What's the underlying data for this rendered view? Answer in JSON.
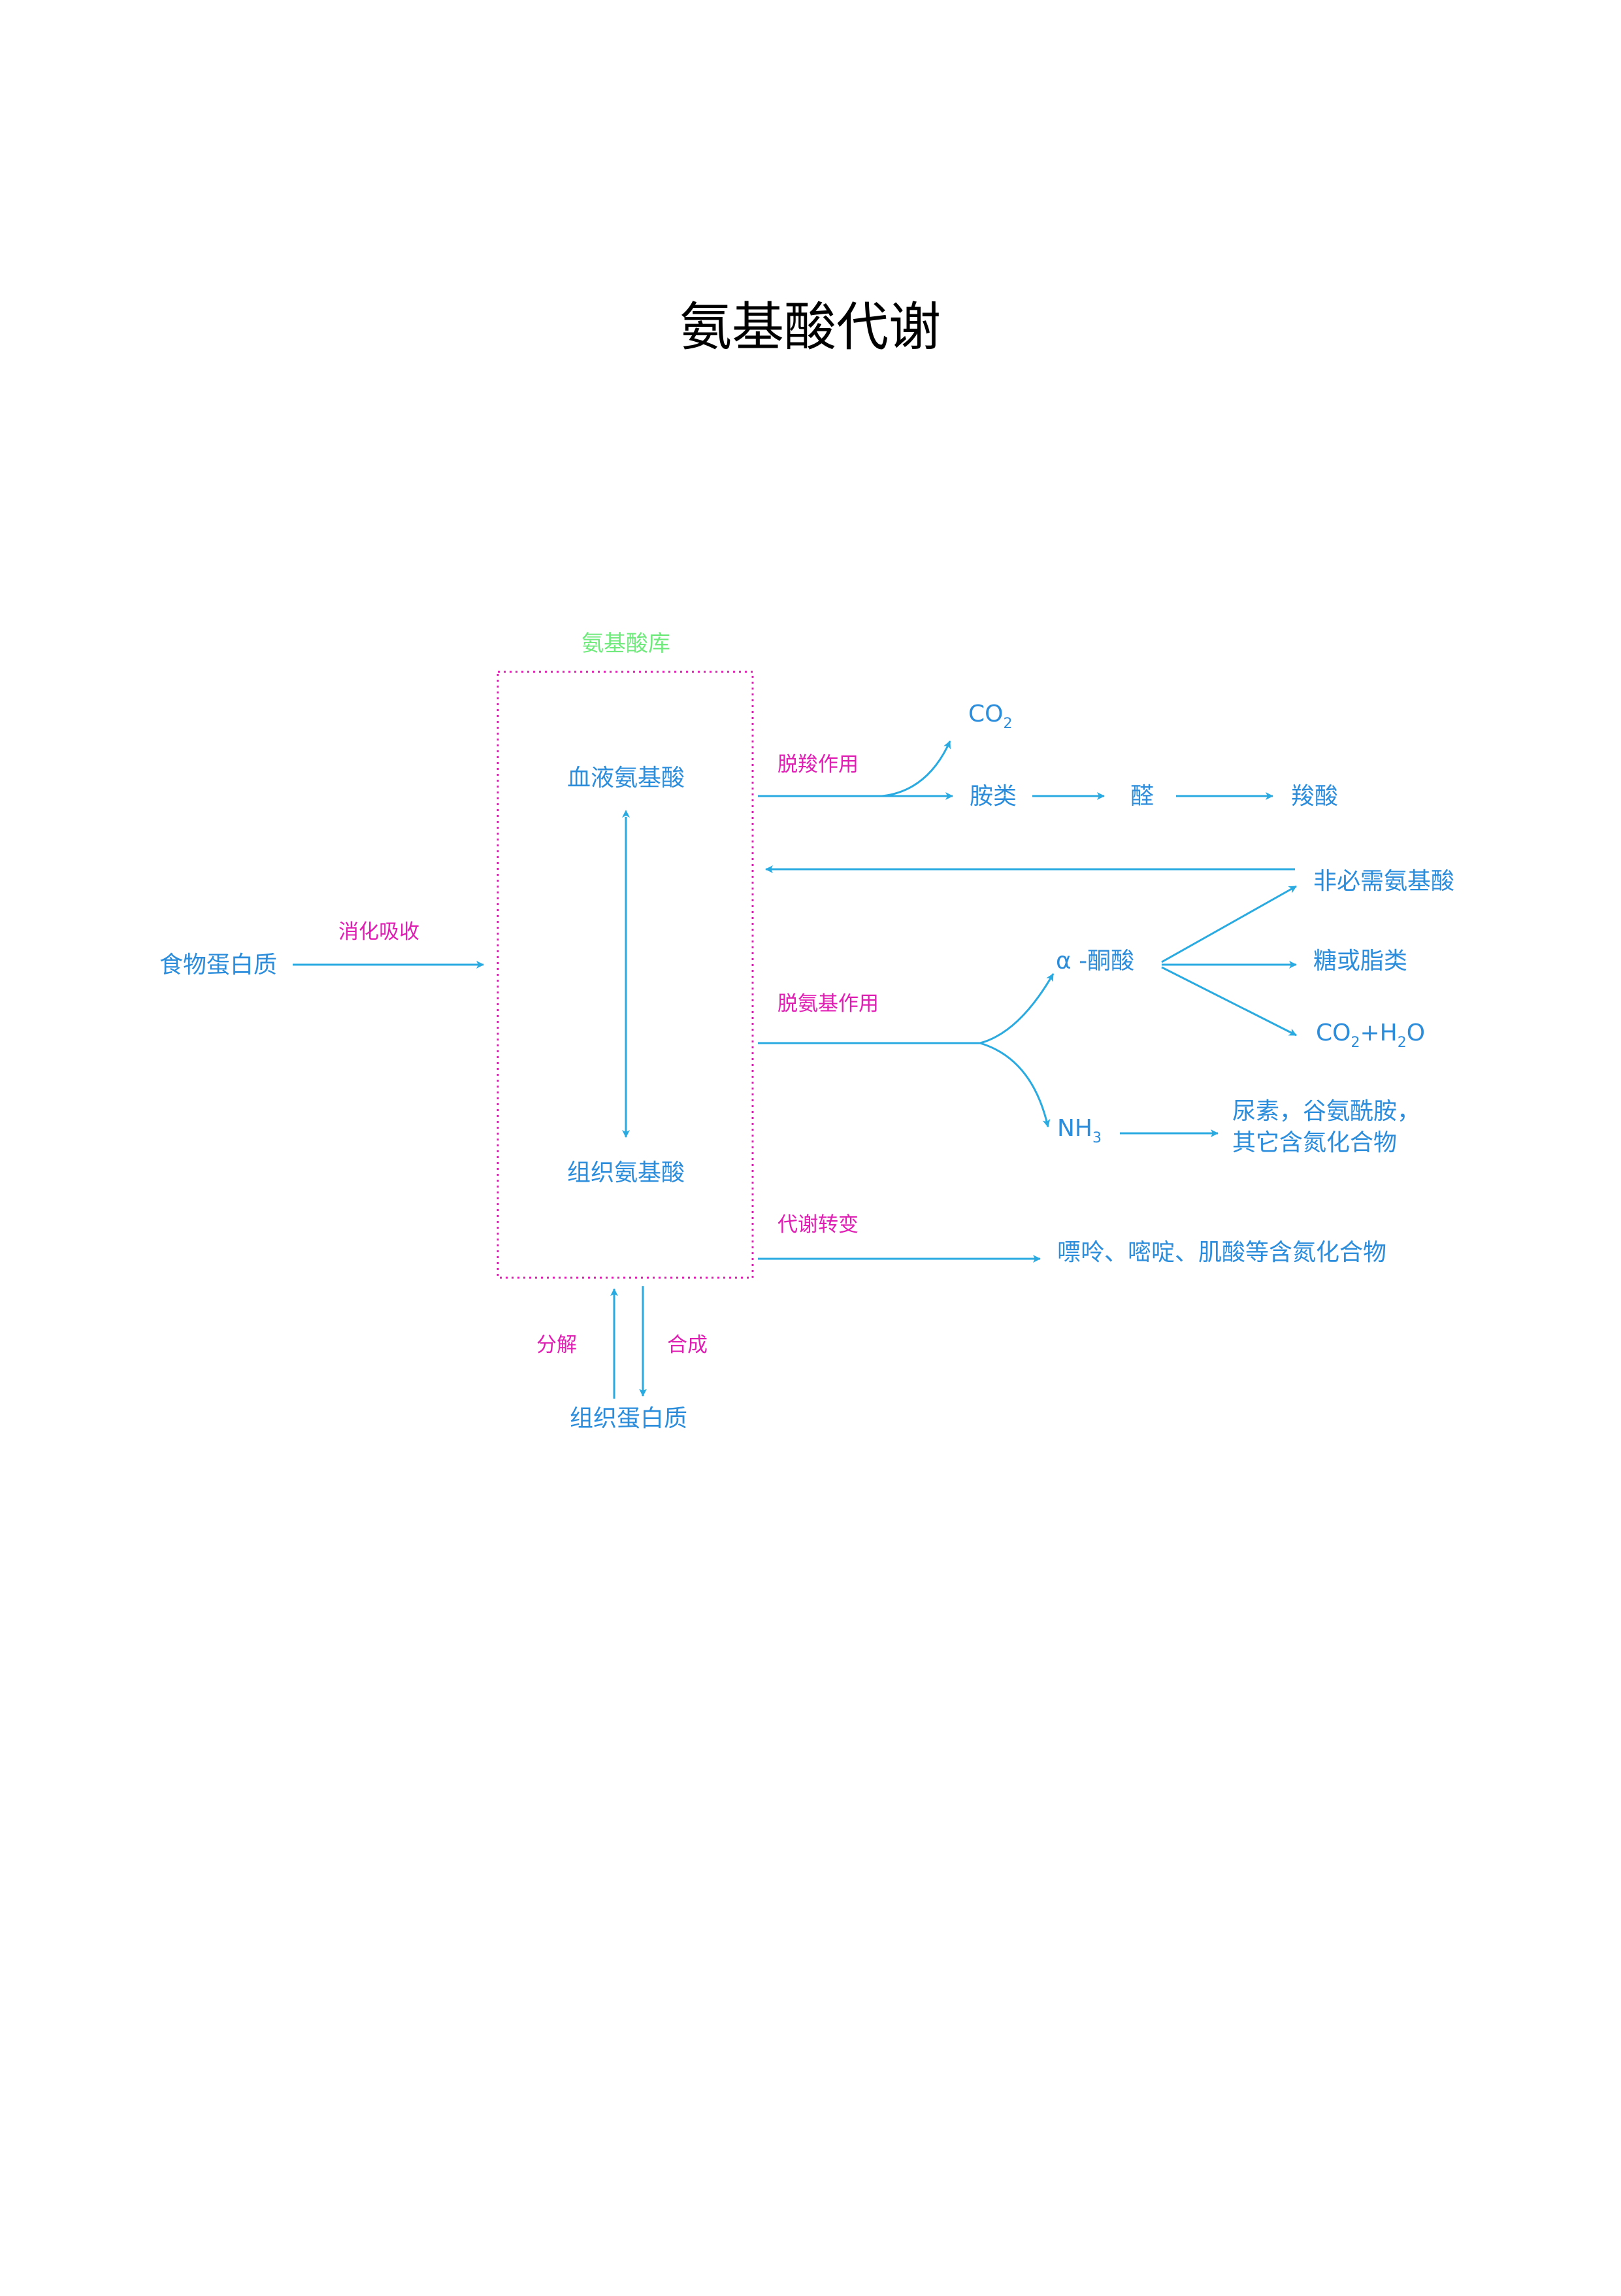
{
  "title": "氨基酸代谢",
  "pool": {
    "label": "氨基酸库"
  },
  "nodes": {
    "food_protein": "食物蛋白质",
    "blood_aa": "血液氨基酸",
    "tissue_aa": "组织氨基酸",
    "tissue_protein": "组织蛋白质",
    "co2": {
      "main": "CO",
      "sub": "2"
    },
    "amines": "胺类",
    "aldehyde": "醛",
    "carboxylic_acid": "羧酸",
    "nonessential_aa": "非必需氨基酸",
    "alpha_keto_acid": "α -酮酸",
    "sugar_fat": "糖或脂类",
    "co2_h2o": {
      "a": "CO",
      "a_sub": "2",
      "b": "+H",
      "b_sub": "2",
      "c": "O"
    },
    "nh3": {
      "main": "NH",
      "sub": "3"
    },
    "urea_line1": "尿素，谷氨酰胺，",
    "urea_line2": "其它含氮化合物",
    "purine": "嘌呤、嘧啶、肌酸等含氮化合物"
  },
  "processes": {
    "digestion": "消化吸收",
    "decarboxylation": "脱羧作用",
    "deamination": "脱氨基作用",
    "conversion": "代谢转变",
    "decomposition": "分解",
    "synthesis": "合成"
  },
  "colors": {
    "node_text": "#2b8ddb",
    "process_text": "#e01eb4",
    "pool_label": "#70ea7c",
    "pool_border": "#e01eb4",
    "arrow": "#29aae1",
    "title": "#000000"
  }
}
